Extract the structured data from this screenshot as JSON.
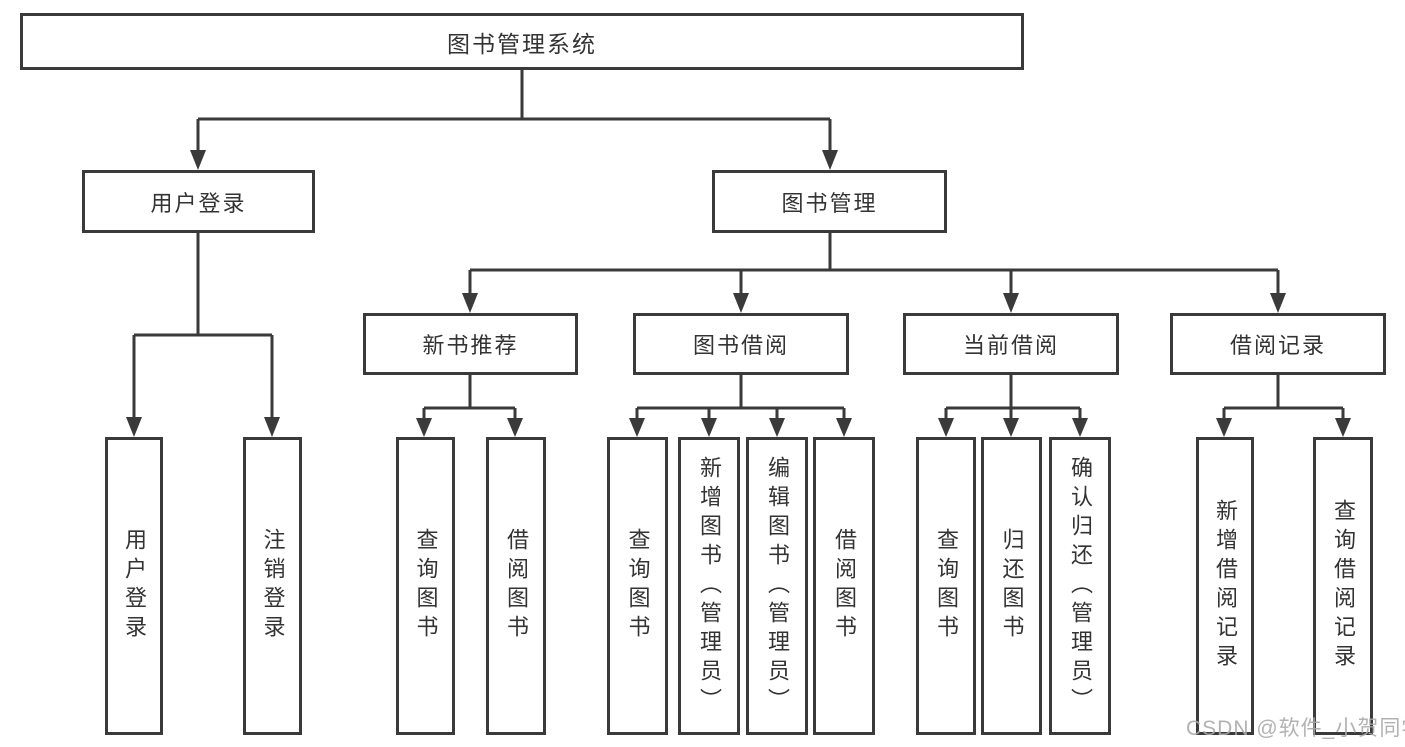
{
  "diagram": {
    "title": "图书管理系统",
    "branches": [
      {
        "label": "用户登录",
        "children": [
          "用户登录",
          "注销登录"
        ]
      },
      {
        "label": "图书管理",
        "sections": [
          {
            "label": "新书推荐",
            "children": [
              "查询图书",
              "借阅图书"
            ]
          },
          {
            "label": "图书借阅",
            "children": [
              "查询图书",
              "新增图书（管理员）",
              "编辑图书（管理员）",
              "借阅图书"
            ]
          },
          {
            "label": "当前借阅",
            "children": [
              "查询图书",
              "归还图书",
              "确认归还（管理员）"
            ]
          },
          {
            "label": "借阅记录",
            "children": [
              "新增借阅记录",
              "查询借阅记录"
            ]
          }
        ]
      }
    ]
  },
  "watermark": {
    "text": "CSDN @软件_小贺同学"
  },
  "colors": {
    "line": "#3a3a3a",
    "text": "#333333",
    "background": "#ffffff",
    "watermark": "#aaaaaa"
  }
}
